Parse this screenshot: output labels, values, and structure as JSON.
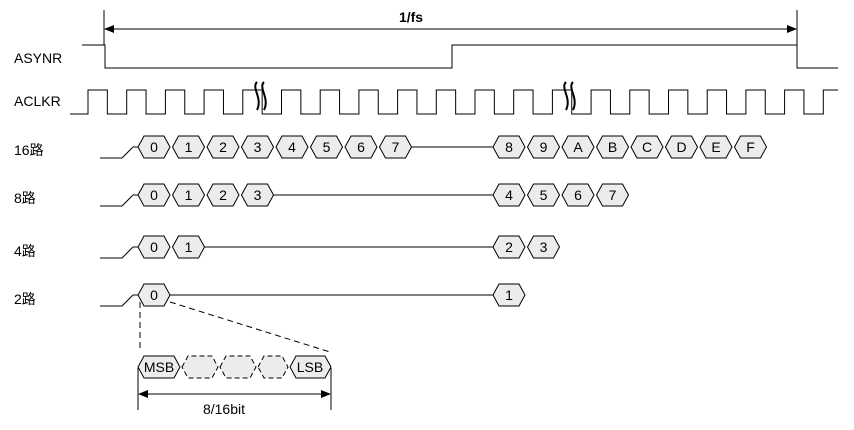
{
  "period_label": "1/fs",
  "signals": {
    "asynr": "ASYNR",
    "aclkr": "ACLKR"
  },
  "lanes": [
    {
      "label": "16路",
      "group1": [
        "0",
        "1",
        "2",
        "3",
        "4",
        "5",
        "6",
        "7"
      ],
      "group2": [
        "8",
        "9",
        "A",
        "B",
        "C",
        "D",
        "E",
        "F"
      ]
    },
    {
      "label": "8路",
      "group1": [
        "0",
        "1",
        "2",
        "3"
      ],
      "group2": [
        "4",
        "5",
        "6",
        "7"
      ]
    },
    {
      "label": "4路",
      "group1": [
        "0",
        "1"
      ],
      "group2": [
        "2",
        "3"
      ]
    },
    {
      "label": "2路",
      "group1": [
        "0"
      ],
      "group2": [
        "1"
      ]
    }
  ],
  "detail": {
    "msb": "MSB",
    "lsb": "LSB",
    "width_label": "8/16bit"
  }
}
